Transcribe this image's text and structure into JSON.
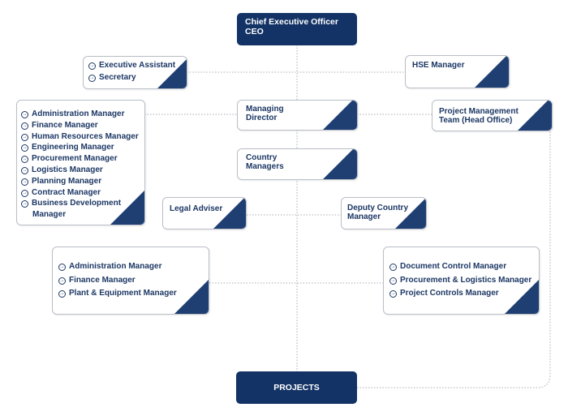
{
  "ceo": {
    "line1": "Chief Executive Officer",
    "line2": "CEO"
  },
  "exec_box": {
    "items": [
      "Executive Assistant",
      "Secretary"
    ]
  },
  "hse_box": {
    "title": "HSE Manager"
  },
  "managing_director": {
    "line1": "Managing",
    "line2": "Director"
  },
  "pmt_box": {
    "line1": "Project Management",
    "line2": "Team (Head Office)"
  },
  "country_managers": {
    "line1": "Country",
    "line2": "Managers"
  },
  "hq_managers": {
    "items": [
      "Administration Manager",
      "Finance Manager",
      "Human Resources  Manager",
      "Engineering  Manager",
      "Procurement  Manager",
      "Logistics  Manager",
      "Planning  Manager",
      "Contract Manager"
    ],
    "last_line1": "Business Development",
    "last_line2": "Manager"
  },
  "legal_adviser": {
    "title": "Legal Adviser"
  },
  "deputy_country": {
    "line1": "Deputy Country",
    "line2": "Manager"
  },
  "country_left": {
    "items": [
      "Administration Manager",
      "Finance Manager",
      "Plant & Equipment  Manager"
    ]
  },
  "country_right": {
    "items": [
      "Document Control Manager",
      "Procurement & Logistics  Manager",
      "Project Controls  Manager"
    ]
  },
  "projects": {
    "label": "PROJECTS"
  },
  "arrow_glyph": "→",
  "colors": {
    "dark_box": "#133366",
    "accent_triangle": "#1f3f73",
    "text": "#1c3764",
    "connector": "#a9aeb6"
  }
}
